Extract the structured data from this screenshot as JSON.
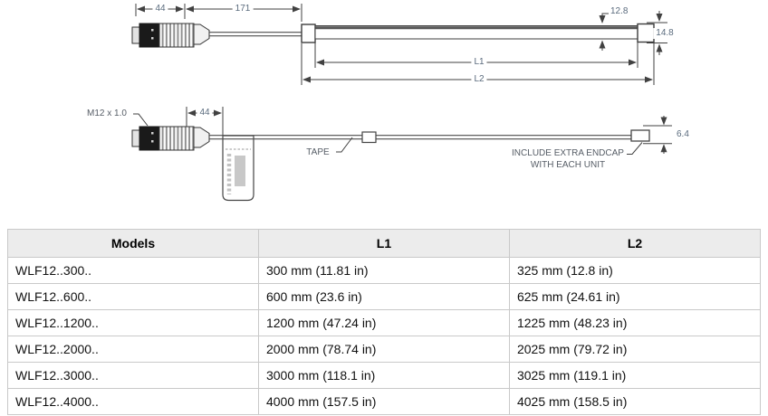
{
  "diagram": {
    "top_view": {
      "dim_connector": "44",
      "dim_lead": "171",
      "dim_endcap": "12.8",
      "dim_height": "14.8",
      "dim_l1": "L1",
      "dim_l2": "L2"
    },
    "side_view": {
      "connector_thread": "M12 x 1.0",
      "dim_tag": "44",
      "tape": "TAPE",
      "dim_thickness": "6.4",
      "note_line1": "INCLUDE EXTRA ENDCAP",
      "note_line2": "WITH EACH UNIT"
    },
    "colors": {
      "line": "#414141",
      "dim_text": "#5a6b7d",
      "label_text": "#565d66",
      "connector_dark": "#1a1a1a"
    }
  },
  "table": {
    "header_bg": "#ececec",
    "border_color": "#c9c9c9",
    "headers": [
      "Models",
      "L1",
      "L2"
    ],
    "rows": [
      [
        "WLF12..300..",
        "300 mm (11.81 in)",
        "325 mm (12.8 in)"
      ],
      [
        "WLF12..600..",
        "600 mm (23.6 in)",
        "625 mm (24.61 in)"
      ],
      [
        "WLF12..1200..",
        "1200 mm (47.24 in)",
        "1225 mm (48.23 in)"
      ],
      [
        "WLF12..2000..",
        "2000 mm (78.74 in)",
        "2025 mm (79.72 in)"
      ],
      [
        "WLF12..3000..",
        "3000 mm (118.1 in)",
        "3025 mm (119.1 in)"
      ],
      [
        "WLF12..4000..",
        "4000 mm (157.5 in)",
        "4025 mm (158.5 in)"
      ]
    ]
  }
}
